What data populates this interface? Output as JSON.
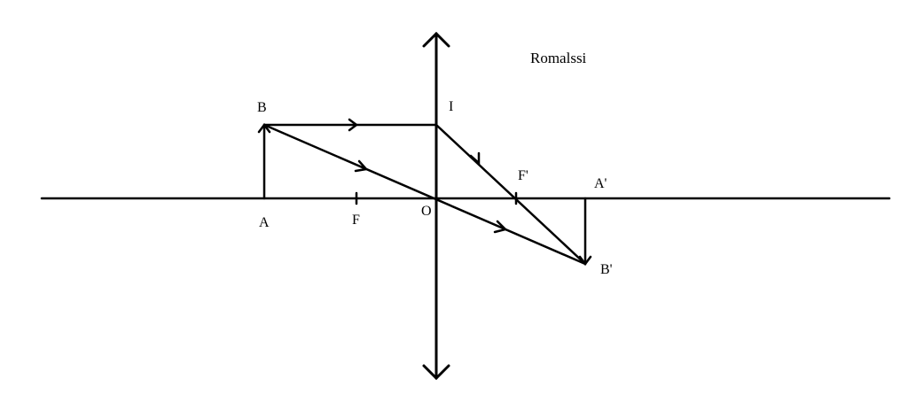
{
  "diagram": {
    "watermark": "Romalssi",
    "labels": {
      "A": "A",
      "B": "B",
      "F": "F",
      "O": "O",
      "I": "I",
      "F_prime": "F'",
      "A_prime": "A'",
      "B_prime": "B'"
    }
  }
}
